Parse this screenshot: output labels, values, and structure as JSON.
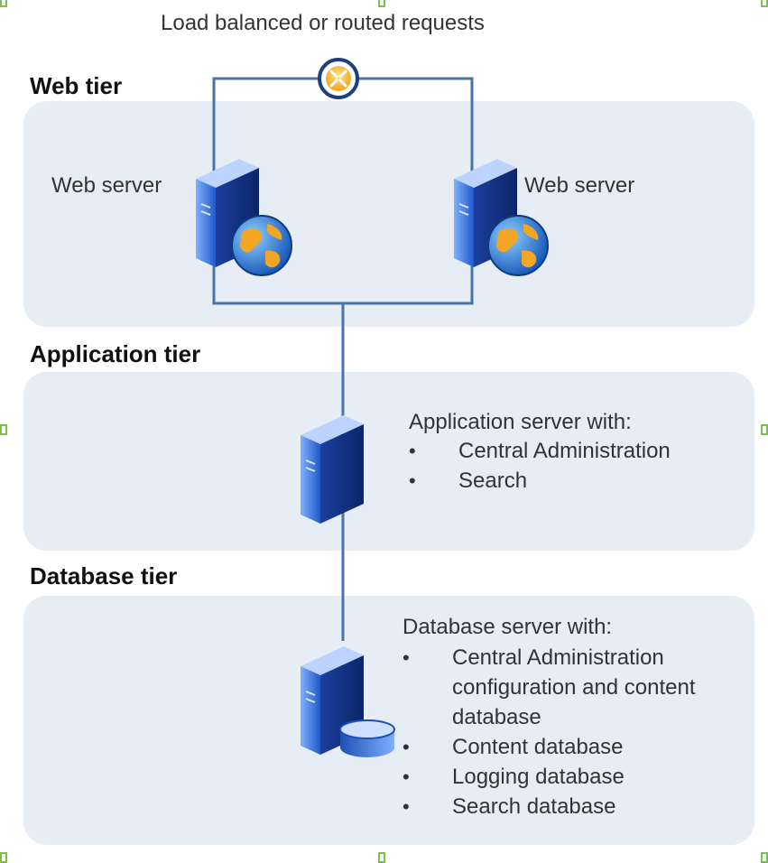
{
  "caption": "Load balanced or routed requests",
  "tiers": {
    "web": {
      "title": "Web tier",
      "server_left_label": "Web server",
      "server_right_label": "Web server"
    },
    "application": {
      "title": "Application tier",
      "heading": "Application server with:",
      "items": [
        "Central Administration",
        "Search"
      ]
    },
    "database": {
      "title": "Database tier",
      "heading": "Database server with:",
      "items": [
        "Central Administration configuration and content database",
        "Content database",
        "Logging database",
        "Search database"
      ]
    }
  },
  "colors": {
    "tier_background": "#e7edf4",
    "connector": "#4a74a8",
    "server_body": "#1f4fb3",
    "globe": "#f2a623"
  },
  "icons": [
    "load-balancer-icon",
    "web-server-icon",
    "globe-icon",
    "application-server-icon",
    "database-server-icon",
    "database-disk-icon"
  ]
}
